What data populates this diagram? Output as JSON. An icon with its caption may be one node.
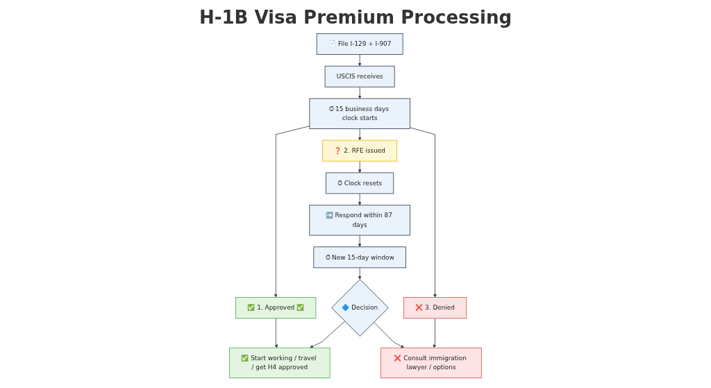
{
  "diagram": {
    "title": "H-1B Visa Premium Processing",
    "nodes": [
      {
        "text": [
          "📄 File I-129 + I-907"
        ]
      },
      {
        "text": [
          "USCIS receives"
        ]
      },
      {
        "text": [
          "⏱ 15 business days clock starts"
        ]
      },
      {
        "text": [
          "✅ 1. Approved ✅"
        ]
      },
      {
        "text": [
          "❓ 2. RFE issued"
        ]
      },
      {
        "text": [
          "❌ 3. Denied"
        ]
      },
      {
        "text": [
          "⏱ Clock resets"
        ]
      },
      {
        "text": [
          "➡️ Respond within 87 days"
        ]
      },
      {
        "text": [
          "⏱ New 15-day window"
        ]
      },
      {
        "text": [
          "✅ Start working / travel / get H4 approved"
        ]
      },
      {
        "text": [
          "🔷 Decision"
        ]
      },
      {
        "text": [
          "❌ Consult immigration lawyer / options"
        ]
      }
    ],
    "edges": [
      {
        "from": 0,
        "to": 1,
        "arrow": "to"
      },
      {
        "from": 1,
        "to": 2,
        "arrow": "to"
      },
      {
        "from": 2,
        "to": 3,
        "arrow": "to"
      },
      {
        "from": 2,
        "to": 4,
        "arrow": "to"
      },
      {
        "from": 2,
        "to": 5,
        "arrow": "to"
      },
      {
        "from": 4,
        "to": 6,
        "arrow": "to"
      },
      {
        "from": 6,
        "to": 7,
        "arrow": "to"
      },
      {
        "from": 7,
        "to": 8,
        "arrow": "to"
      },
      {
        "from": 8,
        "to": 10,
        "arrow": "to"
      },
      {
        "from": 3,
        "to": 9,
        "arrow": "to"
      },
      {
        "from": 5,
        "to": 11,
        "arrow": "to"
      },
      {
        "from": 10,
        "to": 9,
        "arrow": "to"
      },
      {
        "from": 10,
        "to": 11,
        "arrow": "to"
      }
    ]
  }
}
